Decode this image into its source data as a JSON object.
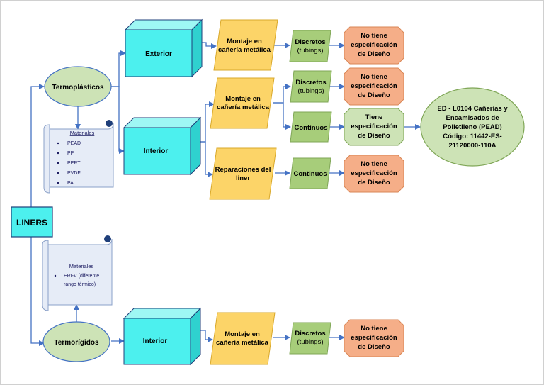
{
  "liners": "LINERS",
  "termoplasticos": "Termoplásticos",
  "termorigidos": "Termorígidos",
  "materiales_1": {
    "title": "Materiales",
    "items": [
      "PEAD",
      "PP",
      "PERT",
      "PVDF",
      "PA"
    ]
  },
  "materiales_2": {
    "title": "Materiales",
    "items": [
      "ERFV (diferente",
      "rango térmico)"
    ]
  },
  "exterior": "Exterior",
  "interior_1": "Interior",
  "interior_2": "Interior",
  "montaje_1": [
    "Montaje en",
    "cañería metálica"
  ],
  "montaje_2": [
    "Montaje en",
    "cañería metálica"
  ],
  "montaje_3": [
    "Montaje en",
    "cañería metálica"
  ],
  "reparaciones": [
    "Reparaciones del",
    "liner"
  ],
  "discretos_1": [
    "Discretos",
    "(tubings)"
  ],
  "discretos_2": [
    "Discretos",
    "(tubings)"
  ],
  "discretos_3": [
    "Discretos",
    "(tubings)"
  ],
  "continuos_1": "Continuos",
  "continuos_2": "Continuos",
  "no_tiene_1": [
    "No tiene",
    "especificación",
    "de Diseño"
  ],
  "no_tiene_2": [
    "No tiene",
    "especificación",
    "de Diseño"
  ],
  "no_tiene_3": [
    "No tiene",
    "especificación",
    "de Diseño"
  ],
  "no_tiene_4": [
    "No tiene",
    "especificación",
    "de Diseño"
  ],
  "tiene": [
    "Tiene",
    "especificación",
    "de Diseño"
  ],
  "ed_norma": [
    "ED - L0104 Cañerías y",
    "Encamisados de",
    "Polietileno (PEAD)",
    "Código: 11442-ES-",
    "21120000-110A"
  ],
  "colors": {
    "connector": "#4472c4",
    "cube_face": "#4cf0ee",
    "parallelogram": "#fcd468",
    "green_box": "#a7cd7a",
    "orange_box": "#f5ae88",
    "ellipse": "#cde3b6",
    "scroll_fill": "#e6ecf7"
  }
}
